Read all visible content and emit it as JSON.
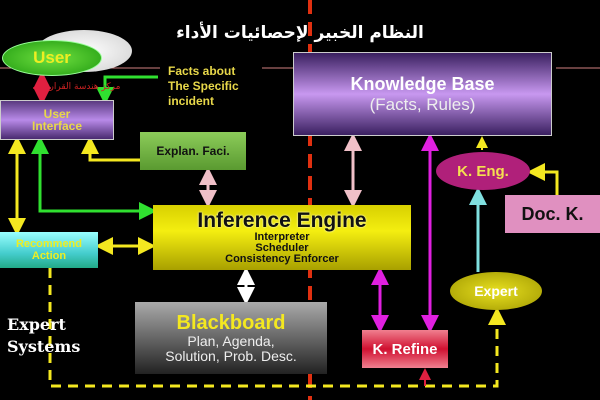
{
  "title": "النظام الخبير لإحصائيات الأداء",
  "subtitle_arabic": "مركز هندسة القرار",
  "nodes": {
    "user": "User",
    "facts_note": [
      "Facts about",
      "The Specific",
      "incident"
    ],
    "user_interface": [
      "User",
      "Interface"
    ],
    "explanation": "Explan. Faci.",
    "knowledge_base": {
      "title": "Knowledge Base",
      "subtitle": "(Facts, Rules)"
    },
    "inference_engine": {
      "title": "Inference Engine",
      "items": [
        "Interpreter",
        "Scheduler",
        "Consistency Enforcer"
      ]
    },
    "recommend_action": [
      "Recommend",
      "Action"
    ],
    "blackboard": {
      "title": "Blackboard",
      "lines": [
        "Plan, Agenda,",
        "Solution, Prob. Desc."
      ]
    },
    "k_refine": "K. Refine",
    "k_eng": "K. Eng.",
    "doc_k": "Doc. K.",
    "expert": "Expert",
    "caption": [
      "Expert",
      "Systems"
    ]
  }
}
